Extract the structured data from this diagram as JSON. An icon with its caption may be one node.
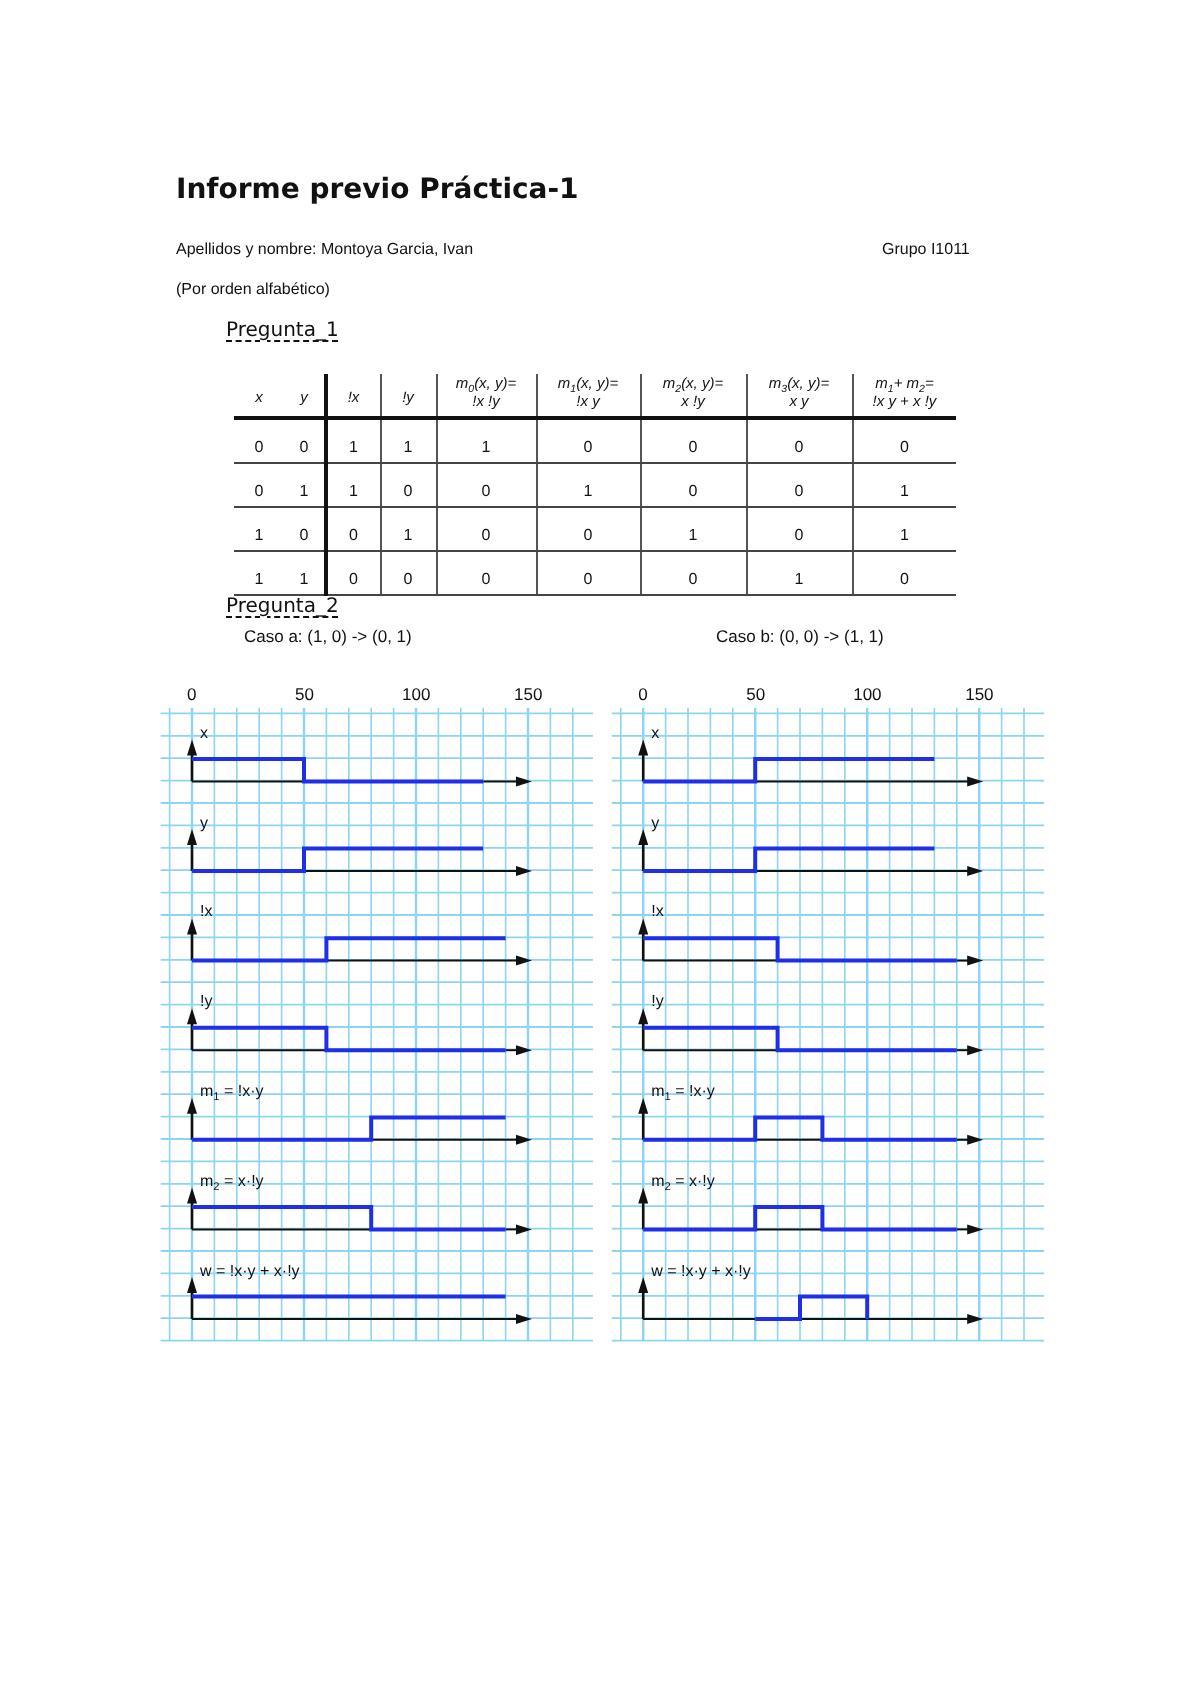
{
  "diagram": {
    "title": "Informe previo Práctica-1",
    "labels": [
      "Apellidos y nombre: Montoya Garcia, Ivan",
      "Grupo I1011",
      "(Por orden alfabético)",
      "Pregunta_1",
      "x",
      "y",
      "!x",
      "!y",
      "m$_{0}$(x, y)= !x !y",
      "m$_{1}$(x, y)= !x y",
      "m$_{2}$(x, y)= x !y",
      "m$_{3}$(x, y)= x y",
      "m$_{1}$+ m$_{2}$= !x y + x !y",
      "0",
      "0",
      "1",
      "1",
      "1",
      "0",
      "0",
      "0",
      "0",
      "0",
      "1",
      "1",
      "0",
      "0",
      "1",
      "0",
      "0",
      "1",
      "1",
      "0",
      "0",
      "1",
      "0",
      "0",
      "1",
      "0",
      "1",
      "1",
      "1",
      "0",
      "0",
      "0",
      "0",
      "0",
      "1",
      "0",
      "Pregunta_2",
      "Caso a: (1, 0) -> (0, 1)",
      "Caso b: (0, 0) -> (1, 1)",
      "0",
      "50",
      "100",
      "150",
      "0",
      "50",
      "100",
      "150",
      "x",
      "x",
      "y",
      "y",
      "!x",
      "!x",
      "!y",
      "!y",
      "m$_{1}$ = !x·y",
      "m$_{1}$ = !x·y",
      "m$_{2}$ = x·!y",
      "m$_{2}$ = x·!y",
      "w = !x·y + x·!y",
      "w = !x·y + x·!y"
    ]
  }
}
